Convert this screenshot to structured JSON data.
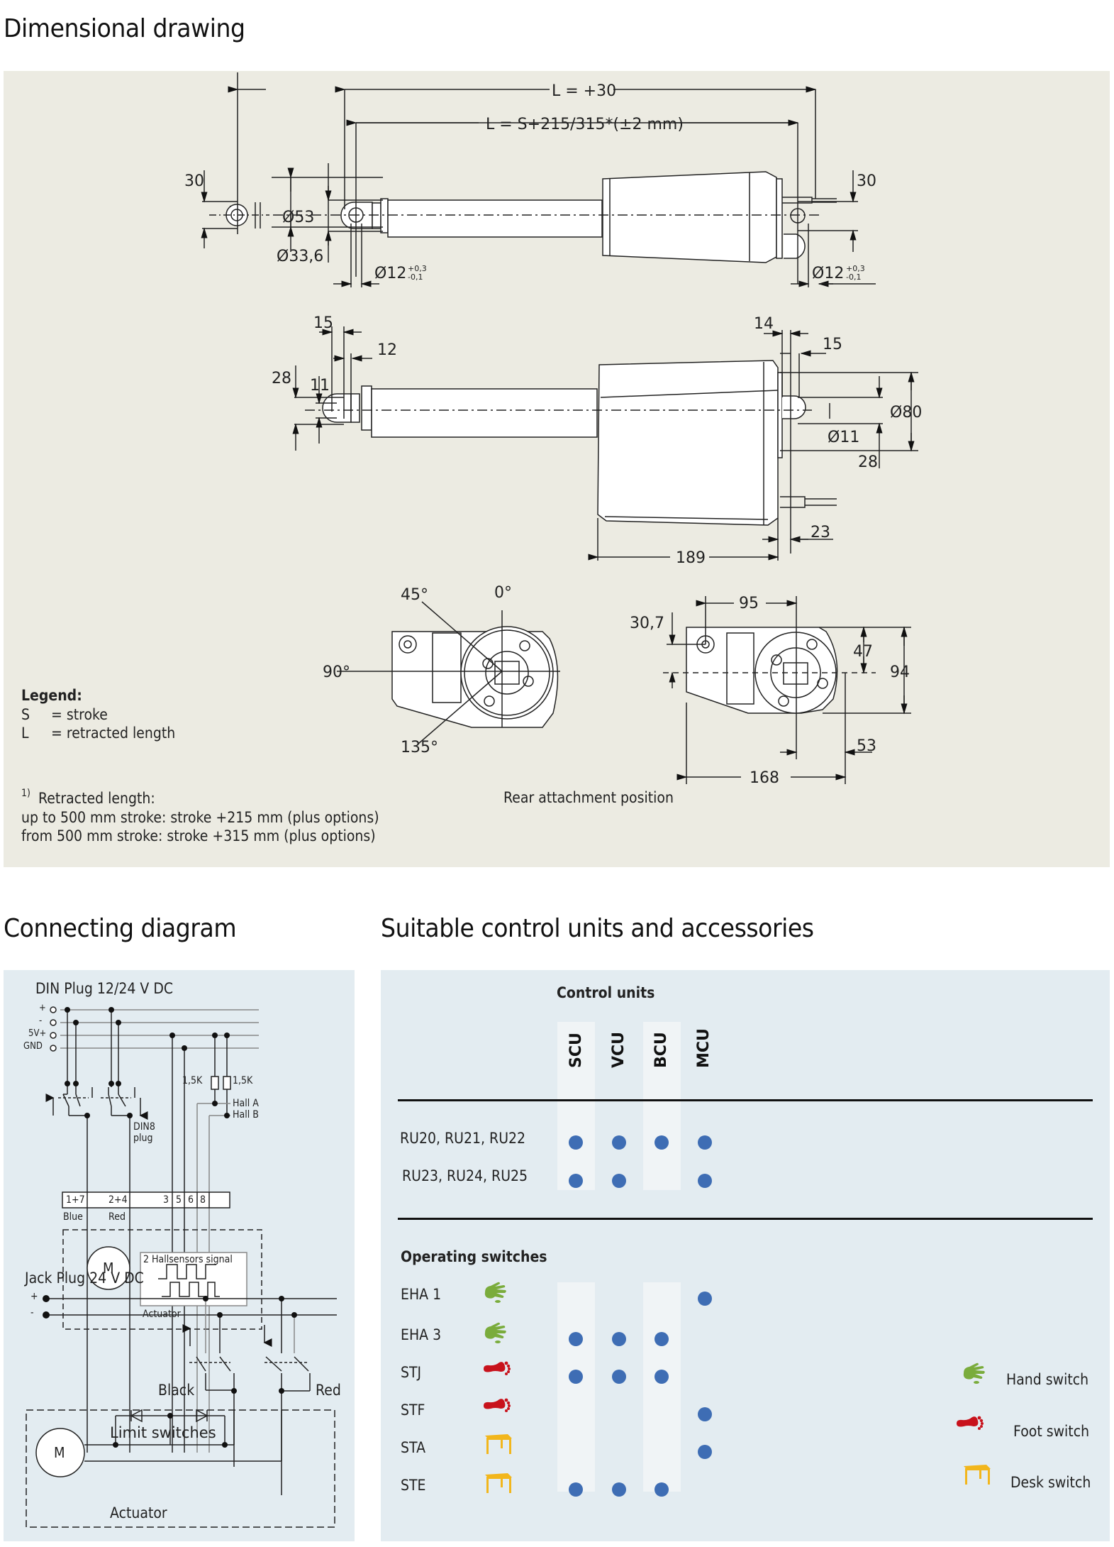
{
  "dimensional_drawing": {
    "title": "Dimensional drawing",
    "top_view": {
      "overall_length": "L = +30",
      "retracted_length": "L = S+215/315*(±2 mm)",
      "front_eye_offset": "30",
      "rear_eye_offset": "30",
      "dia_53": "Ø53",
      "dia_33_6": "Ø33,6",
      "front_bore": "Ø12",
      "rear_bore": "Ø12",
      "tol_upper": "+0,3",
      "tol_lower": "-0,1"
    },
    "side_view": {
      "dim_15_left": "15",
      "dim_12": "12",
      "dim_28_left": "28",
      "dim_11": "11",
      "dim_14": "14",
      "dim_15_right": "15",
      "dia_80": "Ø80",
      "dia_11": "Ø11",
      "dim_28_right": "28",
      "dim_23": "23",
      "dim_189": "189"
    },
    "rear_view_angles": {
      "a45": "45°",
      "a0": "0°",
      "a90": "90°",
      "a135": "135°"
    },
    "rear_view_dims": {
      "d95": "95",
      "d30_7": "30,7",
      "d47": "47",
      "d94": "94",
      "d53": "53",
      "d168": "168"
    },
    "legend": {
      "title": "Legend:",
      "items": [
        {
          "key": "S",
          "value": "= stroke"
        },
        {
          "key": "L",
          "value": "= retracted length"
        }
      ]
    },
    "footnote": {
      "marker": "1)",
      "title": "Retracted length:",
      "lines": [
        "up to 500 mm stroke: stroke +215 mm (plus options)",
        "from 500 mm stroke: stroke +315 mm (plus options)"
      ]
    },
    "rear_caption": "Rear attachment position"
  },
  "connecting_diagram": {
    "title": "Connecting diagram",
    "din": {
      "title": "DIN Plug 12/24 V DC",
      "rails": [
        "+",
        "-",
        "5V+",
        "GND"
      ],
      "resistor_a": "1,5K",
      "resistor_b": "1,5K",
      "hall_a": "Hall A",
      "hall_b": "Hall B",
      "plug_label_1": "DIN8",
      "plug_label_2": "plug",
      "pins": [
        "1+7",
        "2+4",
        "3",
        "5",
        "6",
        "8"
      ],
      "wire_blue": "Blue",
      "wire_red": "Red",
      "motor": "M",
      "hall_box": "2 Hallsensors signal",
      "actuator": "Actuator"
    },
    "jack": {
      "title": "Jack Plug 24 V DC",
      "plus": "+",
      "minus": "-",
      "black": "Black",
      "red": "Red",
      "limit_switches": "Limit switches",
      "motor": "M",
      "actuator": "Actuator"
    }
  },
  "control_units": {
    "title": "Suitable control units and accessories",
    "group_header": "Control units",
    "columns": [
      "SCU",
      "VCU",
      "BCU",
      "MCU"
    ],
    "rows": [
      {
        "label": "RU20, RU21, RU22",
        "compat": [
          true,
          true,
          true,
          true
        ]
      },
      {
        "label": "RU23, RU24, RU25",
        "compat": [
          true,
          true,
          false,
          true
        ]
      }
    ],
    "switches_header": "Operating switches",
    "switches": [
      {
        "label": "EHA 1",
        "type": "hand",
        "compat": [
          false,
          false,
          false,
          true
        ]
      },
      {
        "label": "EHA 3",
        "type": "hand",
        "compat": [
          true,
          true,
          true,
          false
        ]
      },
      {
        "label": "STJ",
        "type": "foot",
        "compat": [
          true,
          true,
          true,
          false
        ]
      },
      {
        "label": "STF",
        "type": "foot",
        "compat": [
          false,
          false,
          false,
          true
        ]
      },
      {
        "label": "STA",
        "type": "desk",
        "compat": [
          false,
          false,
          false,
          true
        ]
      },
      {
        "label": "STE",
        "type": "desk",
        "compat": [
          true,
          true,
          true,
          false
        ]
      }
    ],
    "key": [
      {
        "type": "hand",
        "label": "Hand switch"
      },
      {
        "type": "foot",
        "label": "Foot switch"
      },
      {
        "type": "desk",
        "label": "Desk switch"
      }
    ],
    "colors": {
      "dot": "#3e6db4",
      "hand": "#7aac3c",
      "foot": "#c8121c",
      "desk": "#f2b61c"
    }
  }
}
